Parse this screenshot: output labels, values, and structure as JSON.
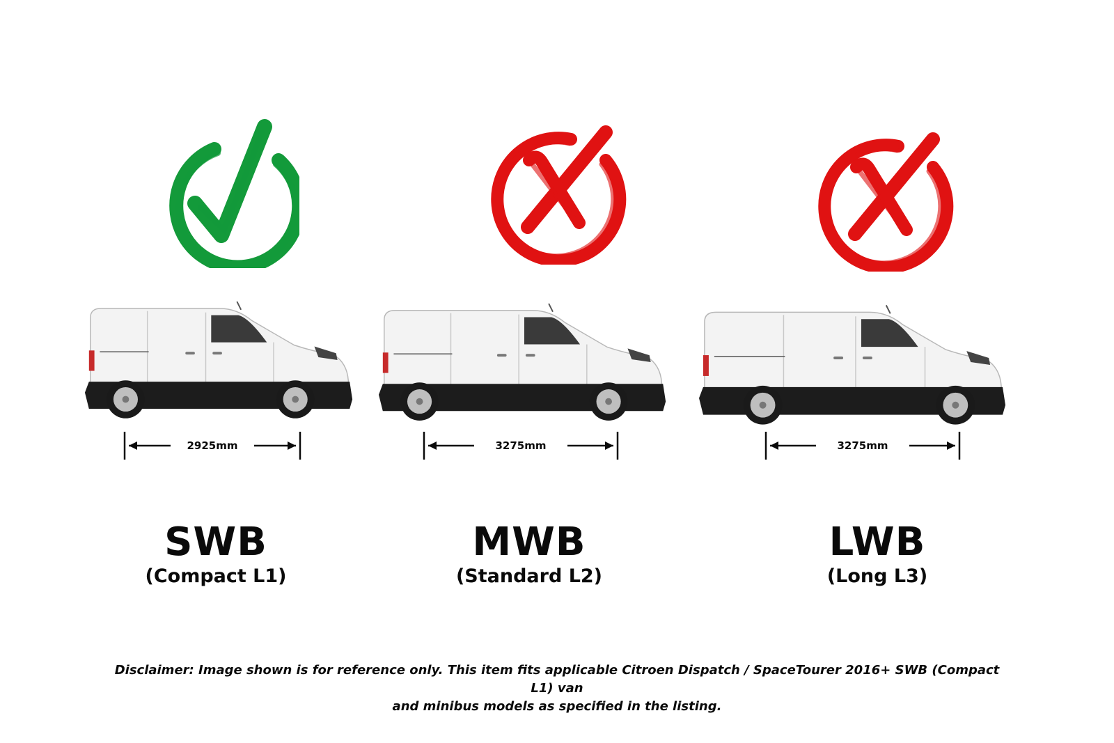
{
  "colors": {
    "fit": "#139a3a",
    "no_fit": "#e01212",
    "ink": "#0a0a0a"
  },
  "vans": [
    {
      "status": "check-mark",
      "wheelbase": "2925mm",
      "name": "SWB",
      "variant": "(Compact L1)"
    },
    {
      "status": "cross-mark",
      "wheelbase": "3275mm",
      "name": "MWB",
      "variant": "(Standard L2)"
    },
    {
      "status": "cross-mark",
      "wheelbase": "3275mm",
      "name": "LWB",
      "variant": "(Long L3)"
    }
  ],
  "disclaimer": {
    "line1": "Disclaimer: Image shown is for reference only. This item fits applicable Citroen Dispatch / SpaceTourer 2016+ SWB (Compact L1) van",
    "line2": "and minibus models as specified in the listing."
  }
}
